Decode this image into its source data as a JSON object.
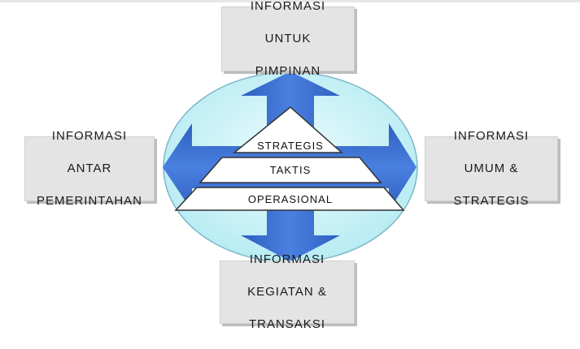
{
  "boxes": {
    "top": [
      "INFORMASI",
      "UNTUK",
      "PIMPINAN"
    ],
    "left": [
      "INFORMASI",
      "ANTAR",
      "PEMERINTAHAN"
    ],
    "right": [
      "INFORMASI",
      "UMUM &",
      "STRATEGIS"
    ],
    "bottom": [
      "INFORMASI",
      "KEGIATAN &",
      "TRANSAKSI"
    ]
  },
  "pyramid": {
    "levels": [
      "STRATEGIS",
      "TAKTIS",
      "OPERASIONAL"
    ]
  },
  "colors": {
    "ellipse": "#c6f2f7",
    "arrow": "#3b6fd0",
    "box": "#e4e4e4"
  }
}
